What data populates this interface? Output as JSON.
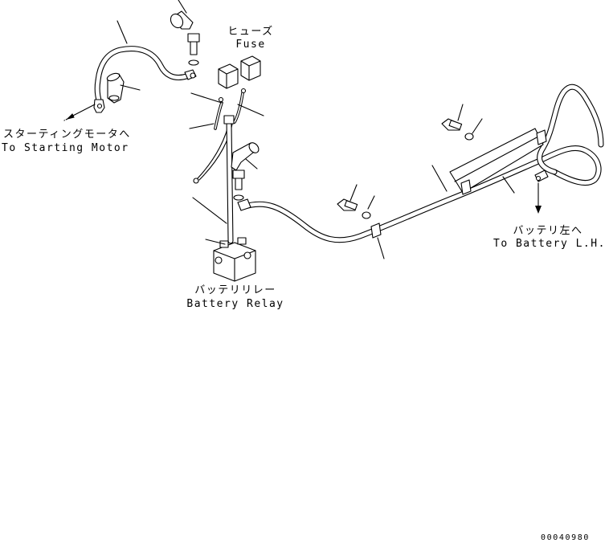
{
  "labels": {
    "fuse_jp": "ヒューズ",
    "fuse_en": "Fuse",
    "starting_motor_jp": "スターティングモータへ",
    "starting_motor_en": "To Starting Motor",
    "battery_relay_jp": "バッテリリレー",
    "battery_relay_en": "Battery Relay",
    "battery_lh_jp": "バッテリ左へ",
    "battery_lh_en": "To Battery L.H.",
    "drawing_number": "00040980"
  }
}
